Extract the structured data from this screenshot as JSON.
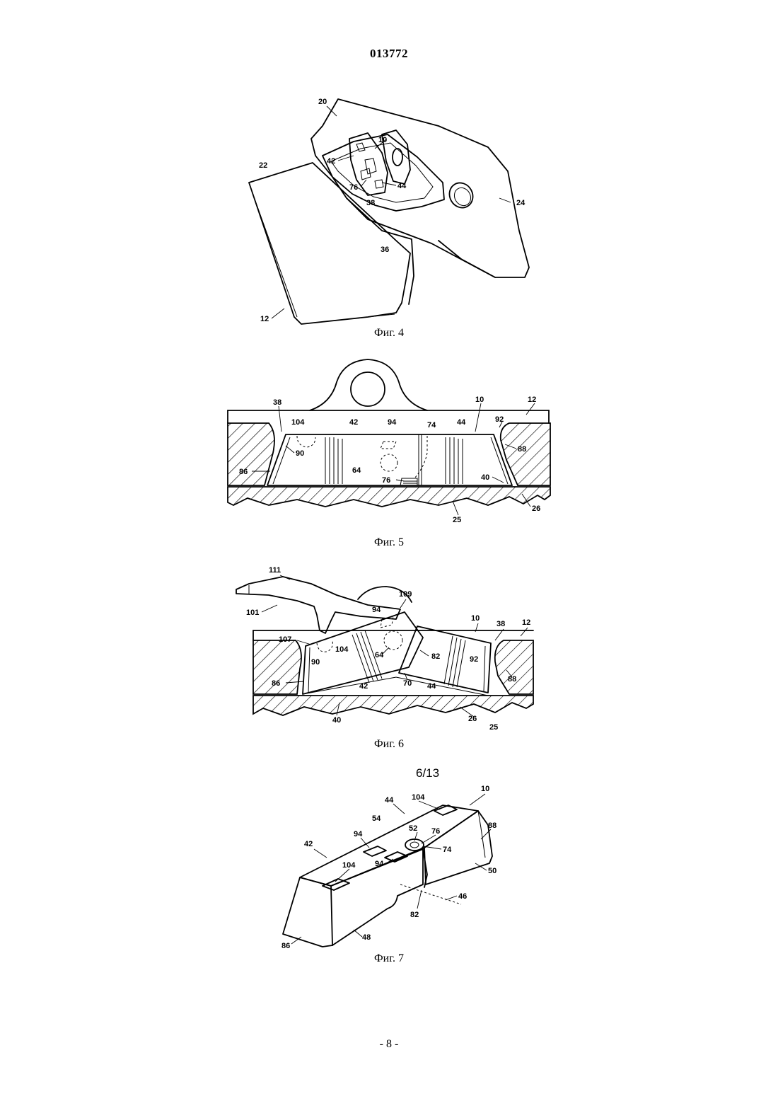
{
  "header": {
    "doc_number": "013772"
  },
  "figures": {
    "fig4": {
      "caption": "Фиг. 4",
      "labels": {
        "l20": "20",
        "l10": "10",
        "l22": "22",
        "l42": "42",
        "l76": "76",
        "l44": "44",
        "l38": "38",
        "l24": "24",
        "l36": "36",
        "l12": "12"
      }
    },
    "fig5": {
      "caption": "Фиг. 5",
      "labels": {
        "l38": "38",
        "l10": "10",
        "l12": "12",
        "l104": "104",
        "l42": "42",
        "l94": "94",
        "l74": "74",
        "l44": "44",
        "l92": "92",
        "l88": "88",
        "l90": "90",
        "l86": "86",
        "l64": "64",
        "l76": "76",
        "l40": "40",
        "l26": "26",
        "l25": "25"
      }
    },
    "fig6": {
      "caption": "Фиг. 6",
      "labels": {
        "l111": "111",
        "l101": "101",
        "l109": "109",
        "l94": "94",
        "l10": "10",
        "l38": "38",
        "l12": "12",
        "l107": "107",
        "l104": "104",
        "l64": "64",
        "l82": "82",
        "l92": "92",
        "l90": "90",
        "l86": "86",
        "l42": "42",
        "l70": "70",
        "l44": "44",
        "l88": "88",
        "l40": "40",
        "l26": "26",
        "l25": "25"
      }
    },
    "fig7": {
      "sheet": "6/13",
      "caption": "Фиг. 7",
      "labels": {
        "l10": "10",
        "l44": "44",
        "l104a": "104",
        "l88": "88",
        "l54": "54",
        "l52": "52",
        "l76": "76",
        "l94a": "94",
        "l42": "42",
        "l74": "74",
        "l94b": "94",
        "l104b": "104",
        "l50": "50",
        "l46": "46",
        "l82": "82",
        "l86": "86",
        "l48": "48"
      }
    }
  },
  "footer": {
    "page": "- 8 -"
  }
}
